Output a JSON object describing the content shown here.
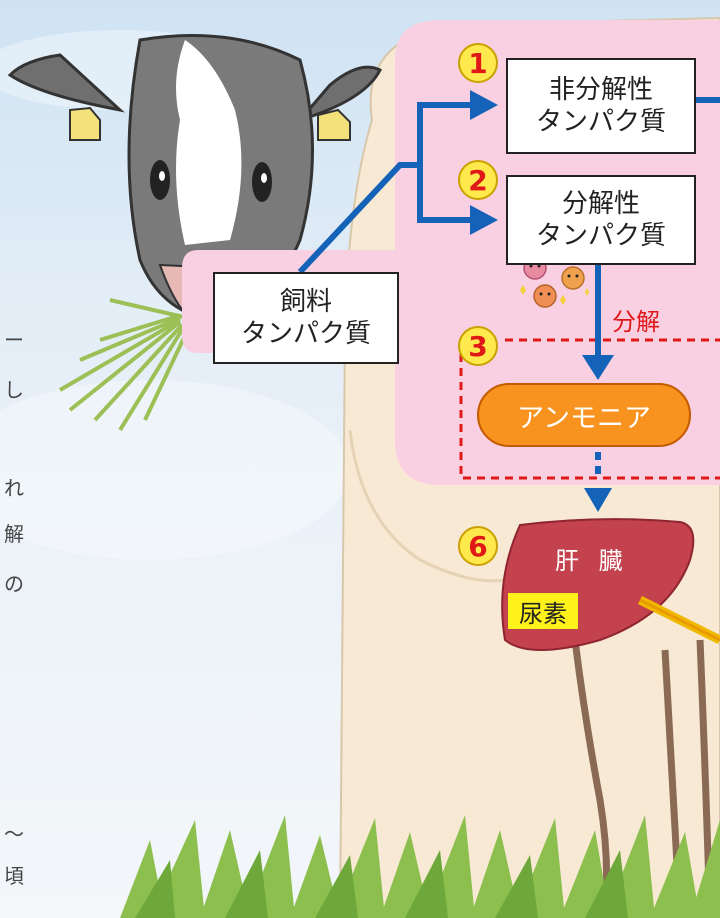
{
  "nodes": {
    "badge_1": "1",
    "badge_2": "2",
    "badge_3": "3",
    "badge_6": "6",
    "non_degradable": "非分解性\nタンパク質",
    "degradable": "分解性\nタンパク質",
    "feed_protein": "飼料\nタンパク質",
    "ammonia": "アンモニア",
    "decomposition": "分解",
    "liver": "肝 臓",
    "urea": "尿素"
  },
  "cropped_text": [
    "ー",
    "し",
    "れ",
    "解",
    "の",
    "〜",
    "頃"
  ],
  "colors": {
    "arrow": "#1463b8",
    "rumen_pink": "#f9cfe2",
    "badge_fill": "#ffe94d",
    "badge_text": "#e01818",
    "ammonia_orange": "#f7931e",
    "liver": "#c4424e",
    "urea_highlight": "#fff21a",
    "dashed_border": "#e01818"
  },
  "icons": [
    "cow-head",
    "grass",
    "microbe-characters",
    "liver"
  ]
}
